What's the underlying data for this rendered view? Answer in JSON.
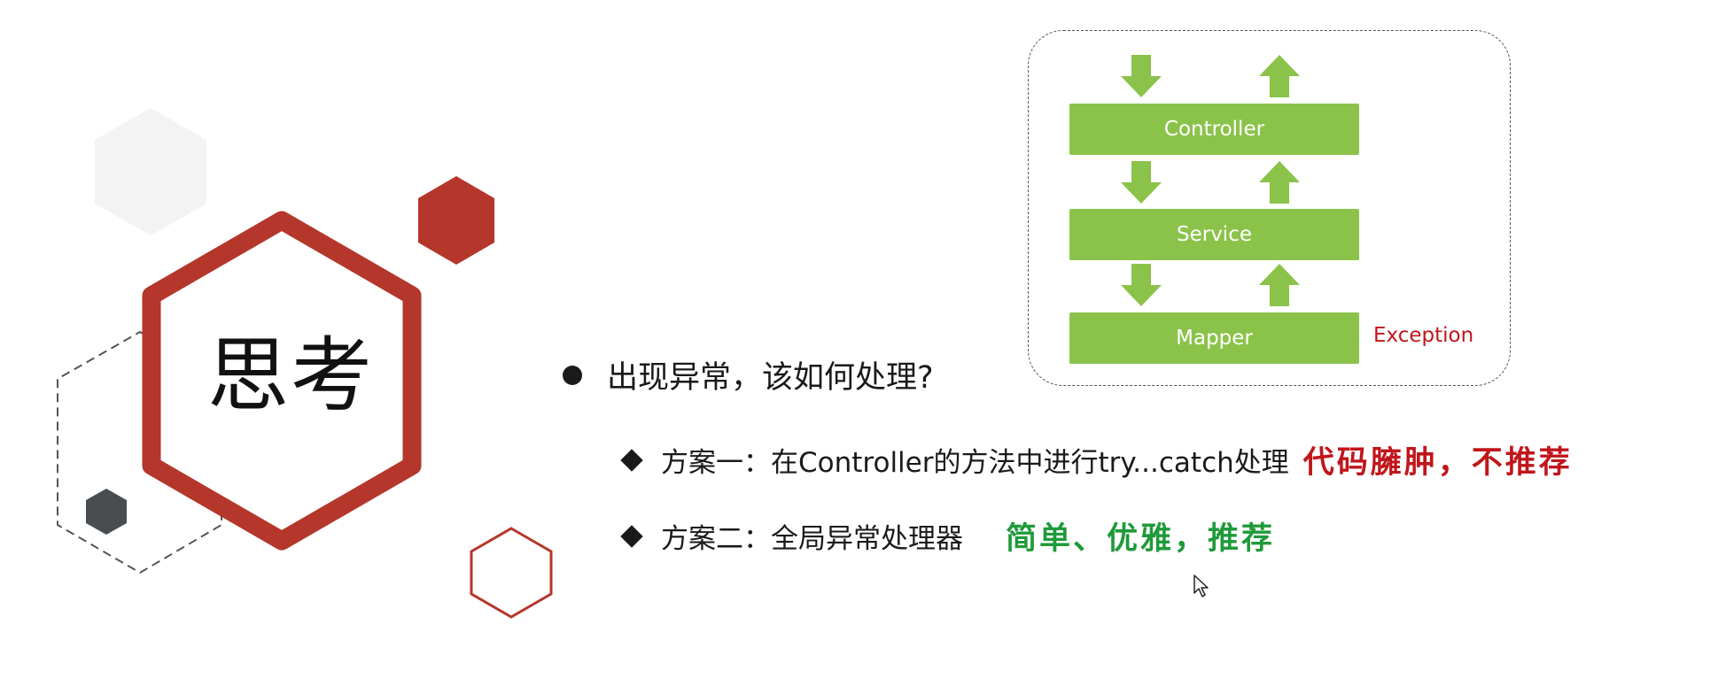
{
  "slide": {
    "title": "思考",
    "main_bullet": "出现异常，该如何处理?",
    "options": [
      {
        "label": "方案一：在Controller的方法中进行try...catch处理",
        "note": "代码臃肿，不推荐",
        "note_color": "#c0161b"
      },
      {
        "label": "方案二：全局异常处理器",
        "note": "简单、优雅，推荐",
        "note_color": "#1f9a3a"
      }
    ]
  },
  "diagram": {
    "layers": [
      "Controller",
      "Service",
      "Mapper"
    ],
    "exception_label": "Exception",
    "layer_color": "#8bc34a",
    "arrow_color": "#8bc34a"
  },
  "decor": {
    "accent_color": "#b5362a",
    "dark_hex_color": "#4a4d50",
    "light_hex_color": "#f2f2f2"
  }
}
